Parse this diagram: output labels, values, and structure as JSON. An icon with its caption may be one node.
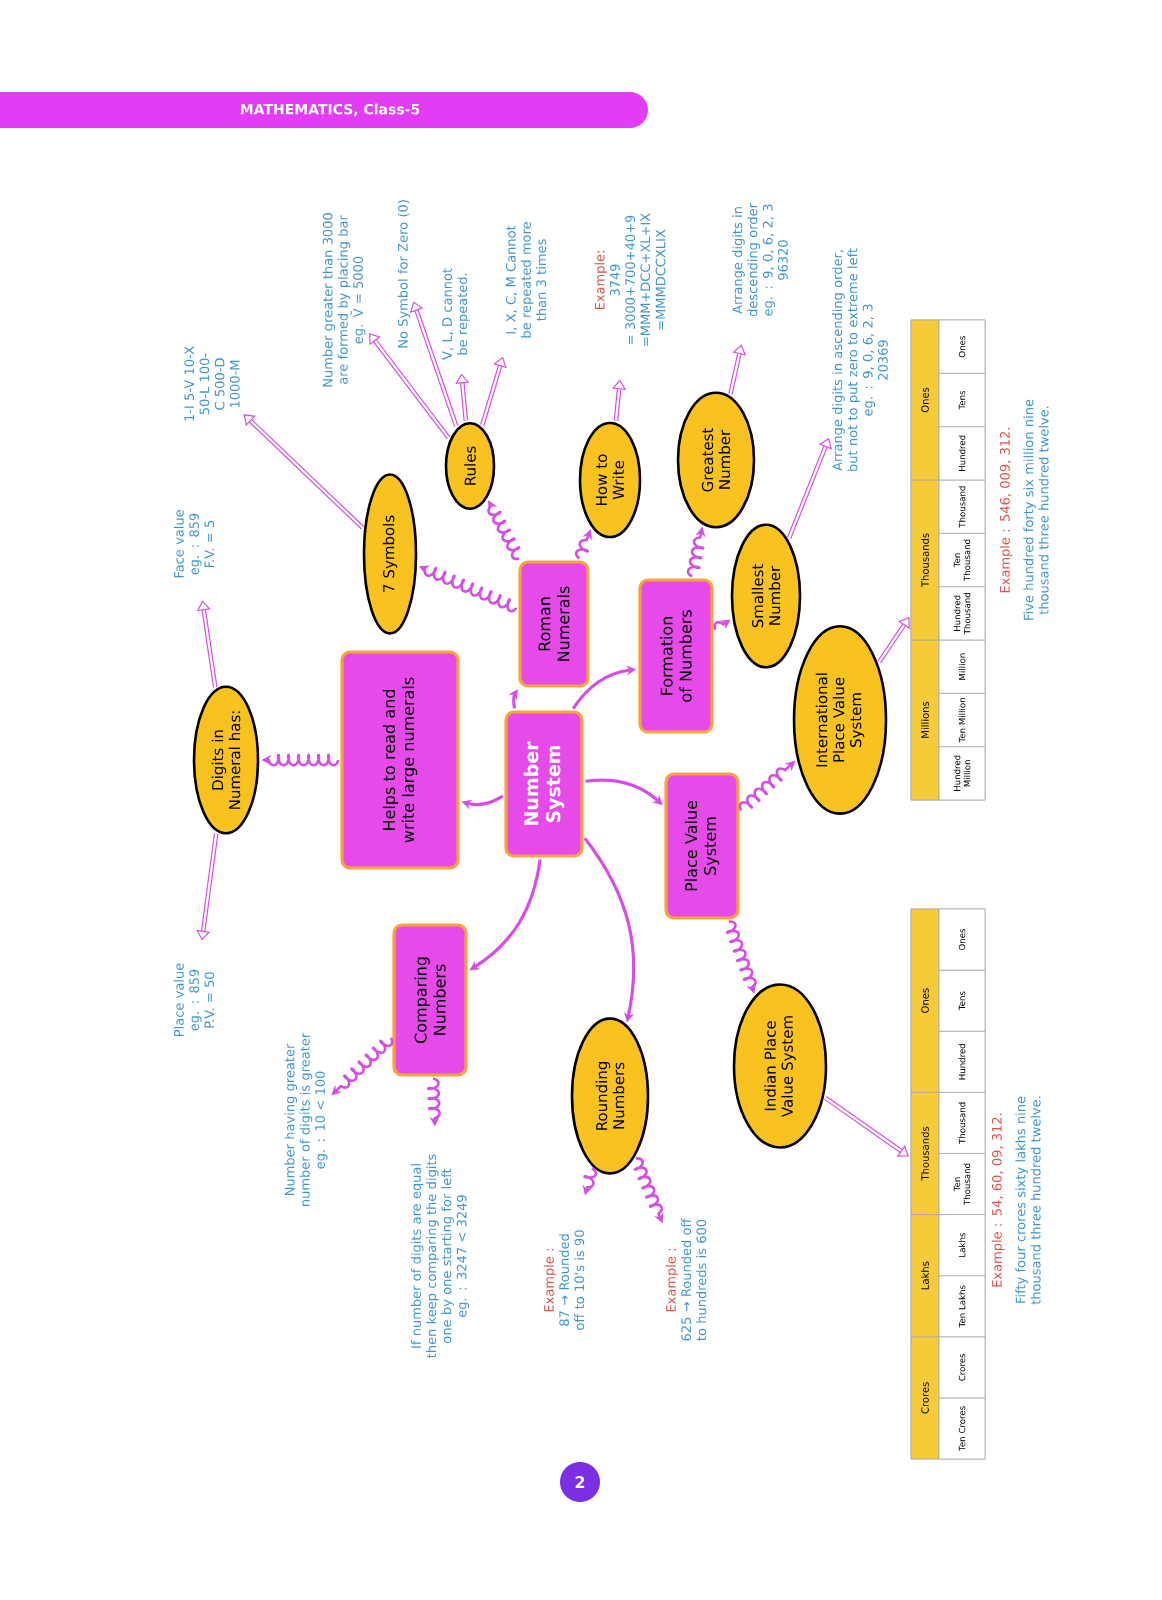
{
  "diagram": {
    "title": "MATHEMATICS, Class-5",
    "nodes": [
      {
        "text": [
          "Number System"
        ]
      },
      {
        "text": [
          "Helps to read and write large numerals"
        ]
      },
      {
        "text": [
          "Digits in Numeral has:"
        ]
      },
      {
        "text": [
          "Face value",
          "eg. : 859",
          "F.V. = 5"
        ]
      },
      {
        "text": [
          "Place value",
          "eg. : 859",
          "P.V. = 50"
        ]
      },
      {
        "text": [
          "Comparing Numbers"
        ]
      },
      {
        "text": [
          "Number having greater number of digits is greater",
          "eg. : 10 < 100"
        ]
      },
      {
        "text": [
          "If number of digits are equal then keep comparing the digits one by one starting for left",
          "eg. : 3247 < 3249"
        ]
      },
      {
        "text": [
          "Rounding Numbers"
        ]
      },
      {
        "text": [
          "Example :",
          "87 → Rounded off to 10's is 90"
        ]
      },
      {
        "text": [
          "Example :",
          "625 → Rounded off to hundreds is 600"
        ]
      },
      {
        "text": [
          "Place Value System"
        ]
      },
      {
        "text": [
          "Indian Place Value System"
        ]
      },
      {
        "text": [
          "Crores",
          "Lakhs",
          "Thousands",
          "Ones",
          "Ten Crores",
          "Crores",
          "Ten Lakhs",
          "Lakhs",
          "Ten Thousand",
          "Thousand",
          "Hundred",
          "Tens",
          "Ones"
        ],
        "beside": [
          "Example : 54, 60, 09, 312.",
          "Fifty four crores sixty lakhs nine thousand three hundred twelve."
        ]
      },
      {
        "text": [
          "International Place Value System"
        ]
      },
      {
        "text": [
          "Millions",
          "Thousands",
          "Ones",
          "Hundred Million",
          "Ten Million",
          "Million",
          "Hundred Thousand",
          "Ten Thousand",
          "Thousand",
          "Hundred",
          "Tens",
          "Ones"
        ],
        "beside": [
          "Example : 546, 009, 312.",
          "Five hundred forty six million nine thousand three hundred twelve."
        ]
      },
      {
        "text": [
          "Roman Numerals"
        ]
      },
      {
        "text": [
          "7 Symbols"
        ]
      },
      {
        "text": [
          "1-I 5-V 10-X 50-L 100-C 500-D 1000-M"
        ]
      },
      {
        "text": [
          "Rules"
        ]
      },
      {
        "text": [
          "Number greater than 3000 are formed by placing bar",
          "eg. V̄ = 5000"
        ]
      },
      {
        "text": [
          "No Symbol for Zero (0)"
        ]
      },
      {
        "text": [
          "V, L, D cannot be repeated."
        ]
      },
      {
        "text": [
          "I, X, C, M Cannot be repeated more than 3 times"
        ]
      },
      {
        "text": [
          "How to Write"
        ]
      },
      {
        "text": [
          "Example:",
          "3749",
          "= 3000+700+40+9",
          "=MMM+DCC+XL+IX",
          "=MMMDCCXLIX"
        ]
      },
      {
        "text": [
          "Formation of Numbers"
        ]
      },
      {
        "text": [
          "Greatest Number"
        ]
      },
      {
        "text": [
          "Arrange digits in descending order",
          "eg. : 9, 0, 6, 2, 3",
          "96320"
        ]
      },
      {
        "text": [
          "Smallest Number"
        ]
      },
      {
        "text": [
          "Arrange digits in ascending order, but not to put zero to extreme left",
          "eg. : 9, 0, 6, 2, 3",
          "20369"
        ]
      }
    ],
    "edges": [
      {
        "from": 0,
        "to": 1,
        "arrow": "to"
      },
      {
        "from": 0,
        "to": 5,
        "arrow": "to"
      },
      {
        "from": 0,
        "to": 16,
        "arrow": "to"
      },
      {
        "from": 0,
        "to": 11,
        "arrow": "to"
      },
      {
        "from": 0,
        "to": 26,
        "arrow": "to"
      },
      {
        "from": 0,
        "to": 8,
        "arrow": "to"
      },
      {
        "from": 1,
        "to": 2,
        "arrow": "to"
      },
      {
        "from": 2,
        "to": 3,
        "arrow": "to"
      },
      {
        "from": 2,
        "to": 4,
        "arrow": "to"
      },
      {
        "from": 5,
        "to": 6,
        "arrow": "to"
      },
      {
        "from": 5,
        "to": 7,
        "arrow": "to"
      },
      {
        "from": 8,
        "to": 9,
        "arrow": "to"
      },
      {
        "from": 8,
        "to": 10,
        "arrow": "to"
      },
      {
        "from": 11,
        "to": 12,
        "arrow": "to"
      },
      {
        "from": 11,
        "to": 14,
        "arrow": "to"
      },
      {
        "from": 12,
        "to": 13,
        "arrow": "to"
      },
      {
        "from": 14,
        "to": 15,
        "arrow": "to"
      },
      {
        "from": 16,
        "to": 17,
        "arrow": "to"
      },
      {
        "from": 16,
        "to": 19,
        "arrow": "to"
      },
      {
        "from": 16,
        "to": 24,
        "arrow": "to"
      },
      {
        "from": 17,
        "to": 18,
        "arrow": "to"
      },
      {
        "from": 19,
        "to": 20,
        "arrow": "to"
      },
      {
        "from": 19,
        "to": 21,
        "arrow": "to"
      },
      {
        "from": 19,
        "to": 22,
        "arrow": "to"
      },
      {
        "from": 19,
        "to": 23,
        "arrow": "to"
      },
      {
        "from": 24,
        "to": 25,
        "arrow": "to"
      },
      {
        "from": 26,
        "to": 27,
        "arrow": "to"
      },
      {
        "from": 26,
        "to": 29,
        "arrow": "to"
      },
      {
        "from": 27,
        "to": 28,
        "arrow": "to"
      },
      {
        "from": 29,
        "to": 30,
        "arrow": "to"
      }
    ],
    "labels": [
      "2"
    ]
  }
}
